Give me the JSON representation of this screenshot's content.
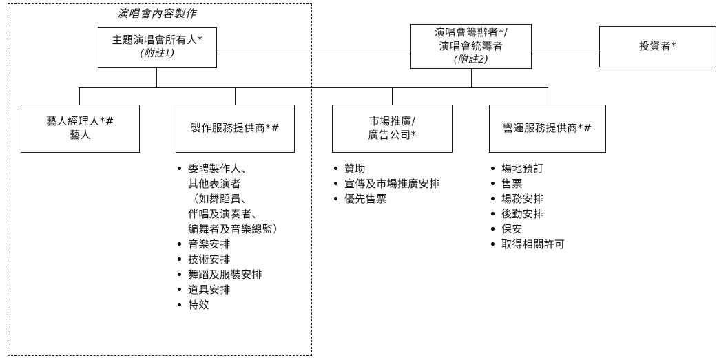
{
  "diagram": {
    "title": "演唱會內容製作",
    "group": {
      "label": "演唱會內容製作",
      "style": "dashed"
    },
    "top_row": {
      "owner": {
        "line1": "主題演唱會所有人*",
        "note": "(附註1)"
      },
      "organizer": {
        "line1": "演唱會籌辦者*/",
        "line2": "演唱會統籌者",
        "note": "(附註2)"
      },
      "investor": {
        "line1": "投資者*"
      }
    },
    "second_row": {
      "artist_manager": {
        "line1": "藝人經理人*#",
        "line2": "藝人"
      },
      "production_provider": {
        "line1": "製作服務提供商*#"
      },
      "marketing_company": {
        "line1": "市場推廣/",
        "line2": "廣告公司*"
      },
      "operations_provider": {
        "line1": "營運服務提供商*#"
      }
    },
    "bullet_lists": {
      "production": [
        "委聘製作人、\n其他表演者\n（如舞蹈員、\n伴唱及演奏者、\n編舞者及音樂總監）",
        "音樂安排",
        "技術安排",
        "舞蹈及服裝安排",
        "道具安排",
        "特效"
      ],
      "marketing": [
        "贊助",
        "宣傳及市場推廣安排",
        "優先售票"
      ],
      "operations": [
        "場地預訂",
        "售票",
        "場務安排",
        "後勤安排",
        "保安",
        "取得相關許可"
      ]
    }
  }
}
